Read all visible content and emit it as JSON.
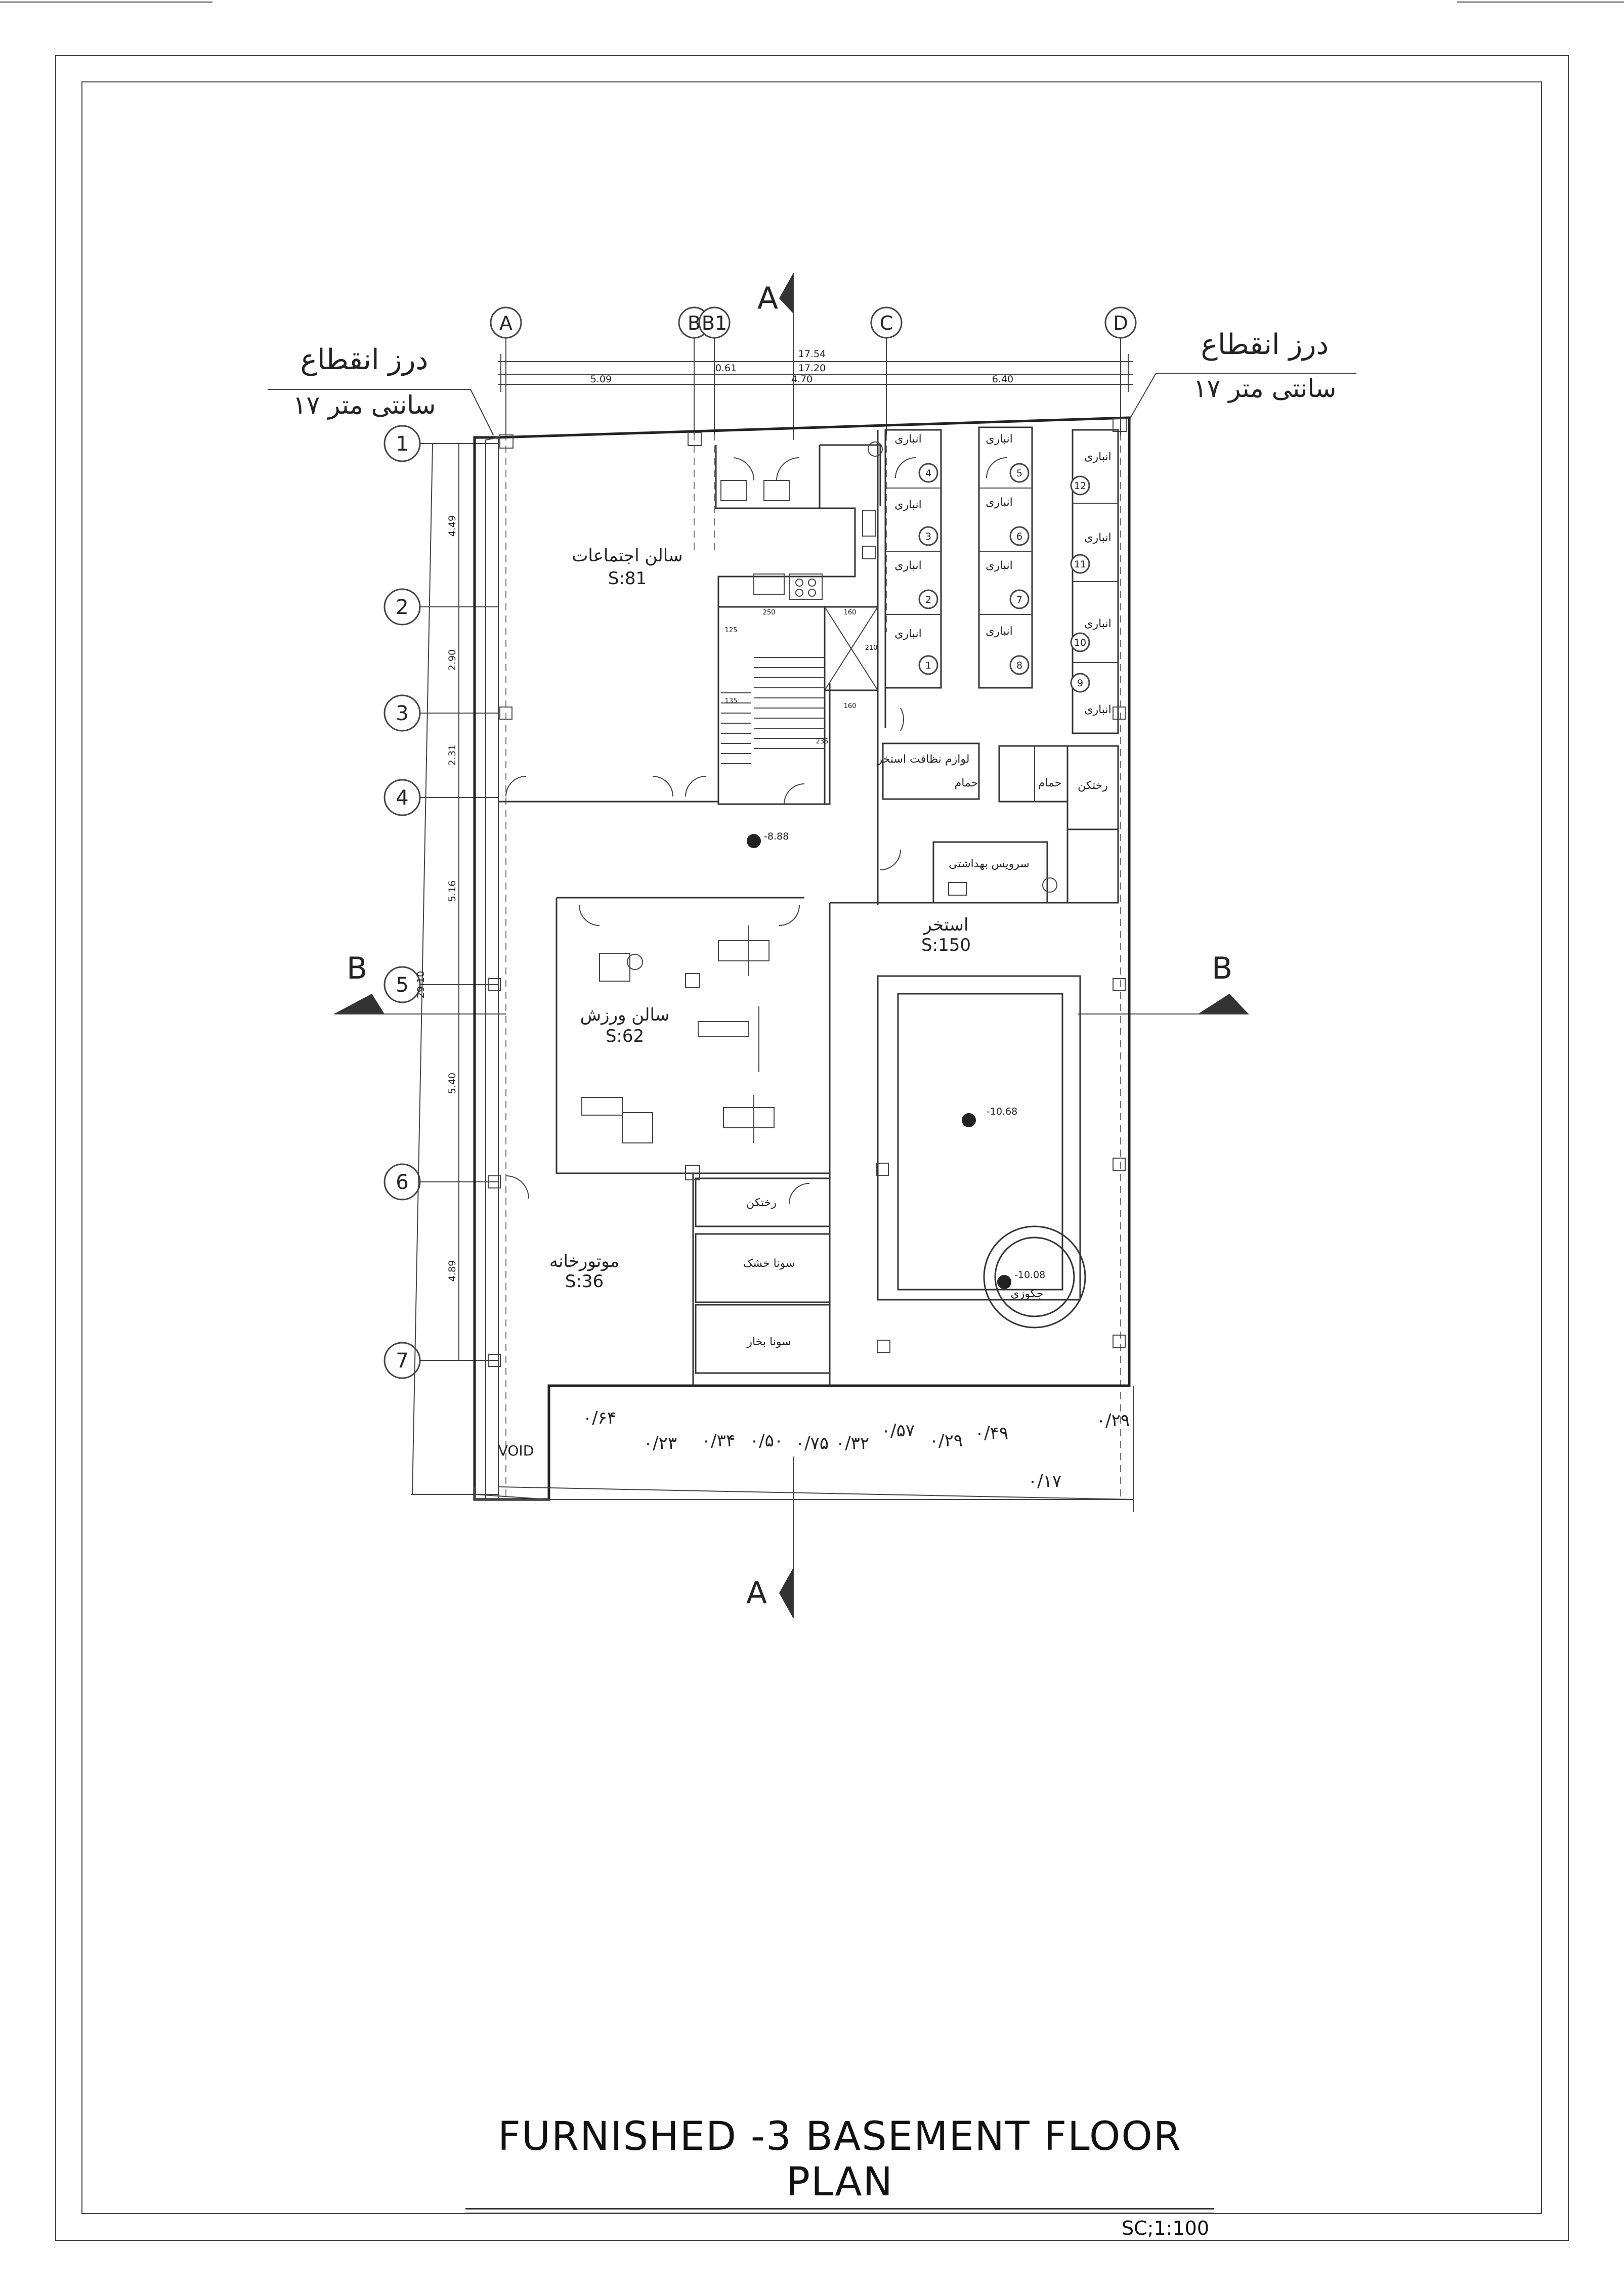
{
  "grid": {
    "columns": [
      "A",
      "B",
      "B1",
      "C",
      "D"
    ],
    "rows": [
      "1",
      "2",
      "3",
      "4",
      "5",
      "6",
      "7"
    ]
  },
  "dimensions": {
    "overall_top": "17.54",
    "overall_second": "17.20",
    "bay_widths": [
      "5.09",
      "0.61",
      "4.70",
      "6.40"
    ],
    "overall_left": "29.10",
    "row_spacings": [
      "4.49",
      "2.90",
      "2.31",
      "5.16",
      "5.40",
      "4.89"
    ]
  },
  "section_markers": {
    "section_a": "A",
    "section_b": "B"
  },
  "expansion_joint": {
    "label_line1": "درز انقطاع",
    "label_line2": "۱۷ سانتی متر"
  },
  "rooms": {
    "social_hall": {
      "name": "سالن اجتماعات",
      "area": "S:81"
    },
    "gym": {
      "name": "سالن ورزش",
      "area": "S:62"
    },
    "pool": {
      "name": "استخر",
      "area": "S:150"
    },
    "engine_room": {
      "name": "موتورخانه",
      "area": "S:36"
    },
    "storage_label": "انباری",
    "cleaning_supplies": "لوازم نظافت استخر",
    "bath": "حمام",
    "changing_room": "رختکن",
    "toilet": "سرویس بهداشتی",
    "dry_sauna": "سونا خشک",
    "steam_sauna": "سونا بخار",
    "jacuzzi": "جکوزی",
    "void": "VOID"
  },
  "storage_numbers": [
    "1",
    "2",
    "3",
    "4",
    "5",
    "6",
    "7",
    "8",
    "9",
    "10",
    "11",
    "12"
  ],
  "levels": {
    "floor": "-8.88",
    "pool_bottom": "-10.68",
    "jacuzzi_bottom": "-10.08"
  },
  "stair_dims": {
    "w250": "250",
    "w160": "160",
    "w210": "210",
    "w160b": "160",
    "h125": "125",
    "h135": "135",
    "h235": "235"
  },
  "spot_levels": [
    "۰/۶۴",
    "۰/۲۳",
    "۰/۳۴",
    "۰/۵۰",
    "۰/۷۵",
    "۰/۳۲",
    "۰/۵۷",
    "۰/۲۹",
    "۰/۴۹",
    "۰/۲۹",
    "۰/۱۷"
  ],
  "title": "FURNISHED -3 BASEMENT FLOOR PLAN",
  "scale": "SC;1:100"
}
